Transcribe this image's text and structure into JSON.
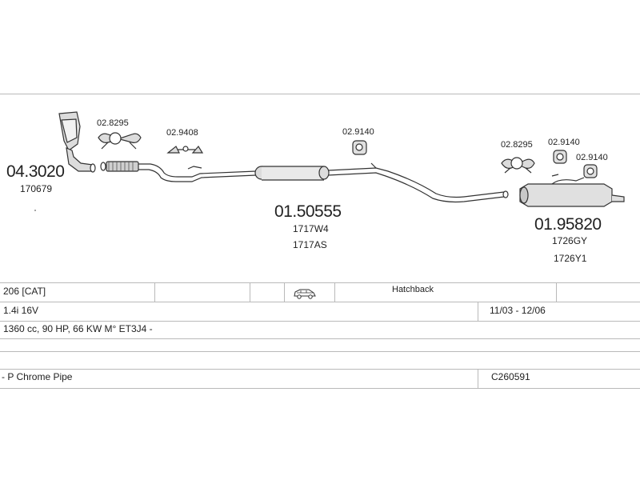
{
  "parts": {
    "catalyst": {
      "number": "04.3020",
      "ref": "170679"
    },
    "front_mount": {
      "number": "02.8295"
    },
    "front_clamp": {
      "number": "02.9408"
    },
    "middle_mount": {
      "number": "02.9140"
    },
    "middle_silencer": {
      "number": "01.50555",
      "refs": [
        "1717W4",
        "1717AS"
      ]
    },
    "rear_mount_a": {
      "number": "02.8295"
    },
    "rear_mount_b": {
      "number": "02.9140"
    },
    "rear_mount_c": {
      "number": "02.9140"
    },
    "rear_silencer": {
      "number": "01.95820",
      "refs": [
        "1726GY",
        "1726Y1"
      ]
    }
  },
  "table": {
    "model": "206  [CAT]",
    "body": "Hatchback",
    "engine": "1.4i 16V",
    "years": "11/03 - 12/06",
    "specs": "1360 cc, 90 HP, 66 KW M° ET3J4 -",
    "pipe": "- P Chrome Pipe",
    "code": "C260591"
  },
  "colors": {
    "line": "#b9b9b9",
    "part_stroke": "#333333",
    "part_fill": "#e6e6e6"
  },
  "icons": [
    "catalytic-converter-icon",
    "rubber-mount-icon",
    "clamp-icon",
    "muffler-icon",
    "car-hatchback-icon"
  ]
}
